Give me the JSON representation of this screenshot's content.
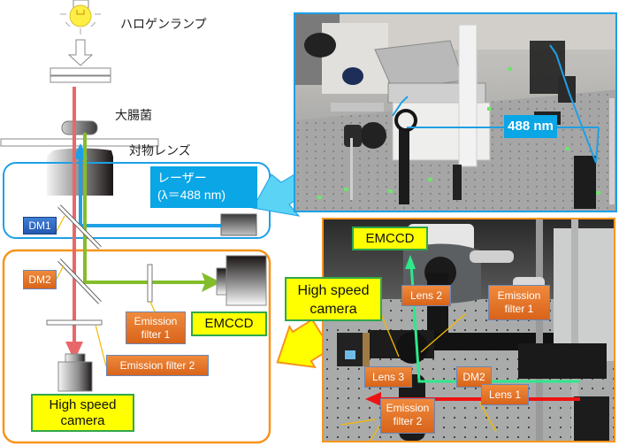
{
  "schematic": {
    "lamp_label": "ハロゲンランプ",
    "sample_label": "大腸菌",
    "objective_label": "対物レンズ",
    "laser_label_line1": "レーザー",
    "laser_label_line2": "(λ＝488 nm)",
    "dm1_label": "DM1",
    "dm2_label": "DM2",
    "emission_filter_1_label": "Emission filter 1",
    "emission_filter_1_line1": "Emission",
    "emission_filter_1_line2": "filter 1",
    "emission_filter_2_label": "Emission filter 2",
    "emccd_label": "EMCCD",
    "high_speed_camera_line1": "High speed",
    "high_speed_camera_line2": "camera"
  },
  "photo_top": {
    "wavelength_label": "488 nm"
  },
  "photo_bottom": {
    "emccd_label": "EMCCD",
    "high_speed_camera_line1": "High speed",
    "high_speed_camera_line2": "camera",
    "lens1_label": "Lens 1",
    "lens2_label": "Lens 2",
    "lens3_label": "Lens 3",
    "dm2_label": "DM2",
    "emission_filter_1_line1": "Emission",
    "emission_filter_1_line2": "filter 1",
    "emission_filter_2_line1": "Emission",
    "emission_filter_2_line2": "filter 2"
  },
  "colors": {
    "laser_blue": "#1ea0e6",
    "emission_green": "#84bd2a",
    "brightfield_red": "#e8686a",
    "orange_frame": "#f7941d",
    "callout_arrow_cyan": "#5bd3f5",
    "callout_arrow_yellow": "#ffff00"
  }
}
